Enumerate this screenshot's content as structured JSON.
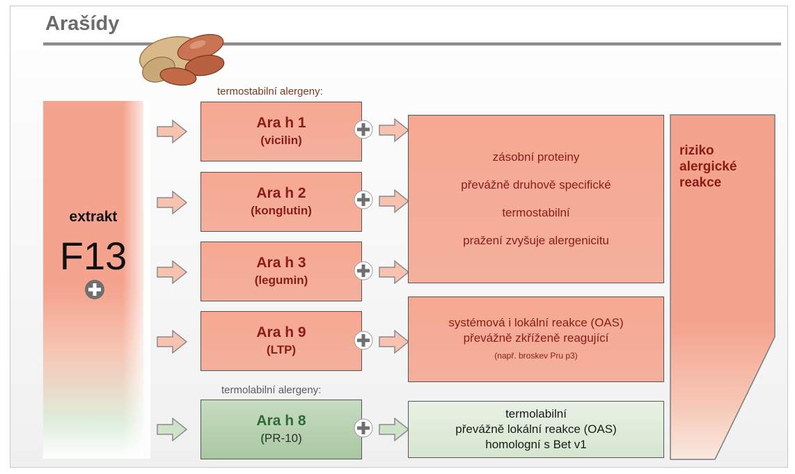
{
  "title": "Arašídy",
  "section_thermostable": "termostabilní alergeny:",
  "section_thermolabile": "termolabilní alergeny:",
  "extract": {
    "label": "extrakt",
    "code": "F13"
  },
  "allergens": [
    {
      "name": "Ara h 1",
      "sub": "(vicilin)"
    },
    {
      "name": "Ara h 2",
      "sub": "(konglutin)"
    },
    {
      "name": "Ara h 3",
      "sub": "(legumin)"
    },
    {
      "name": "Ara h 9",
      "sub": "(LTP)"
    },
    {
      "name": "Ara h 8",
      "sub": "PR-10"
    }
  ],
  "storage_proteins": {
    "line1": "zásobní proteiny",
    "line2": "převážně druhově specifické",
    "line3": "termostabilní",
    "line4": "pražení zvyšuje alergenicitu"
  },
  "ltp": {
    "line1": "systémová i lokální reakce (OAS)",
    "line2": "převážně zkříženě reagující",
    "note": "(např. broskev Pru p3)"
  },
  "pr10": {
    "line1": "termolabilní",
    "line2": "převážně lokální reakce (OAS)",
    "line3": "homologní s Bet v1"
  },
  "risk": {
    "line1": "riziko",
    "line2": "alergické",
    "line3": "reakce"
  },
  "colors": {
    "salmon": "#f4a38e",
    "green": "#b8d4b0",
    "dark_red": "#8a1c16",
    "dark_green": "#2f6b37"
  }
}
